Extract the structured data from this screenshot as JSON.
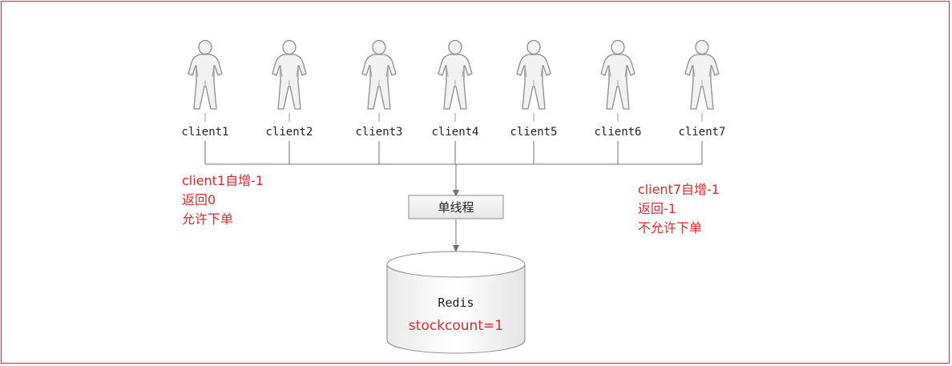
{
  "clients": [
    {
      "id": "client1",
      "label": "client1"
    },
    {
      "id": "client2",
      "label": "client2"
    },
    {
      "id": "client3",
      "label": "client3"
    },
    {
      "id": "client4",
      "label": "client4"
    },
    {
      "id": "client5",
      "label": "client5"
    },
    {
      "id": "client6",
      "label": "client6"
    },
    {
      "id": "client7",
      "label": "client7"
    }
  ],
  "single_thread_label": "单线程",
  "redis": {
    "label": "Redis",
    "value_text": "stockcount=1"
  },
  "left_note": {
    "line1": "client1自增-1",
    "line2": "返回0",
    "line3": "允许下单"
  },
  "right_note": {
    "line1": "client7自增-1",
    "line2": "返回-1",
    "line3": "不允许下单"
  },
  "colors": {
    "frame": "#d92b35",
    "note_text": "#e8262a",
    "line": "#707070",
    "person_fill": "#f2f2f2",
    "person_stroke": "#8c8c8c",
    "box_fill": "#f0f0f0"
  }
}
